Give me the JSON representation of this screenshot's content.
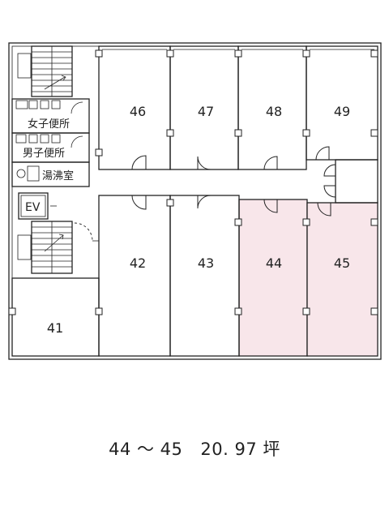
{
  "floorplan": {
    "units": [
      {
        "id": "46",
        "label": "46",
        "highlight": false
      },
      {
        "id": "47",
        "label": "47",
        "highlight": false
      },
      {
        "id": "48",
        "label": "48",
        "highlight": false
      },
      {
        "id": "49",
        "label": "49",
        "highlight": false
      },
      {
        "id": "42",
        "label": "42",
        "highlight": false
      },
      {
        "id": "43",
        "label": "43",
        "highlight": false
      },
      {
        "id": "44",
        "label": "44",
        "highlight": true
      },
      {
        "id": "45",
        "label": "45",
        "highlight": true
      },
      {
        "id": "41",
        "label": "41",
        "highlight": false
      }
    ],
    "facilities": {
      "womens_toilet": "女子便所",
      "mens_toilet": "男子便所",
      "kitchenette": "湯沸室",
      "elevator": "EV"
    },
    "colors": {
      "highlight_fill": "#f8e6ea",
      "wall": "#222222",
      "background": "#ffffff"
    }
  },
  "caption": {
    "units": "44 ～ 45",
    "area": "20. 97 坪"
  }
}
